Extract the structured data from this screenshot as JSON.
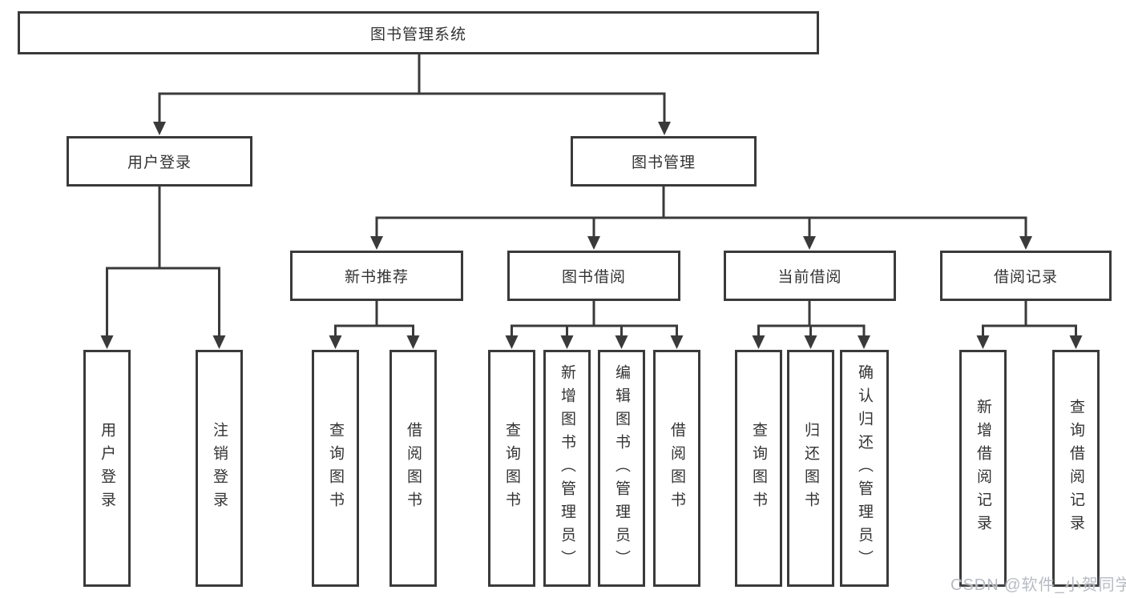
{
  "diagram": {
    "root": "图书管理系统",
    "level2": {
      "user_login": "用户登录",
      "book_mgmt": "图书管理"
    },
    "level3": {
      "new_book_rec": "新书推荐",
      "book_borrowing": "图书借阅",
      "current_borrowing": "当前借阅",
      "borrowing_records": "借阅记录"
    },
    "leaves": {
      "user_login": "用户登录",
      "logout": "注销登录",
      "newrec_query_books": "查询图书",
      "newrec_borrow_books": "借阅图书",
      "borrow_query_books": "查询图书",
      "borrow_add_books": "新增图书（管理员）",
      "borrow_edit_books": "编辑图书（管理员）",
      "borrow_borrow_books": "借阅图书",
      "current_query_books": "查询图书",
      "current_return_books": "归还图书",
      "current_confirm_return": "确认归还（管理员）",
      "records_add_record": "新增借阅记录",
      "records_query_record": "查询借阅记录"
    }
  },
  "watermark": "CSDN @软件_小贺同学",
  "colors": {
    "line": "#3a3a3a",
    "text": "#333333",
    "background": "#ffffff",
    "watermark": "#b7bbc2"
  }
}
